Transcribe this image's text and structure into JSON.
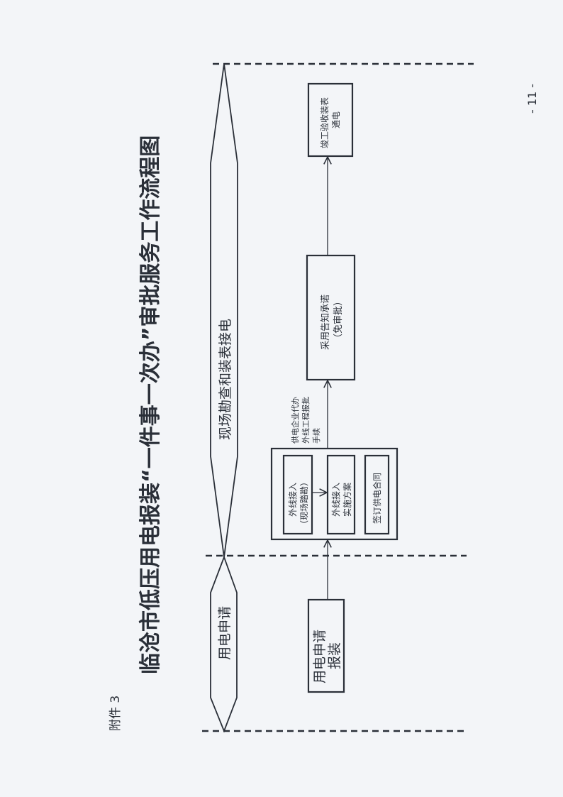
{
  "attachment_label": "附件 3",
  "title": "临沧市低压用电报装“一件事一次办”审批服务工作流程图",
  "page_number": "- 11 -",
  "phases": {
    "application": "用电申请",
    "survey_and_connection": "现场勘查和装表接电"
  },
  "boxes": {
    "apply_line1": "用电申请",
    "apply_line2": "报装",
    "survey_line1": "外线接入",
    "survey_line2": "（现场踏勘）",
    "plan_line1": "外线接入",
    "plan_line2": "实施方案",
    "contract": "签订供电合同",
    "notify_line1": "采用告知承诺",
    "notify_line2": "（免审批）",
    "finish_line1": "竣工验收装表",
    "finish_line2": "通电"
  },
  "arrow_label": {
    "line1": "供电企业代办",
    "line2": "外线工程报批",
    "line3": "手续"
  }
}
